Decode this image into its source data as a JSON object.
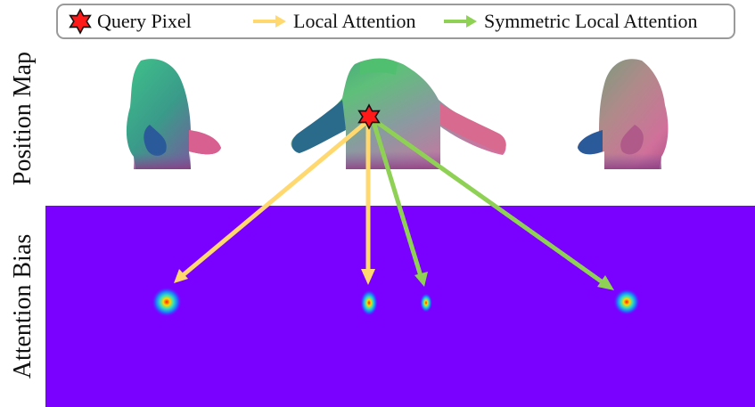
{
  "legend": {
    "query_label": "Query Pixel",
    "local_label": "Local Attention",
    "symmetric_label": "Symmetric Local Attention"
  },
  "rows": {
    "top_label": "Position Map",
    "bottom_label": "Attention Bias"
  },
  "colors": {
    "local_arrow": "#ffd970",
    "symmetric_arrow": "#8fd154",
    "query_star": "#ff1a1a",
    "attention_background": "#7a00ff"
  },
  "icons": {
    "query": "star-icon",
    "local": "arrow-right-icon",
    "symmetric": "arrow-right-icon"
  }
}
